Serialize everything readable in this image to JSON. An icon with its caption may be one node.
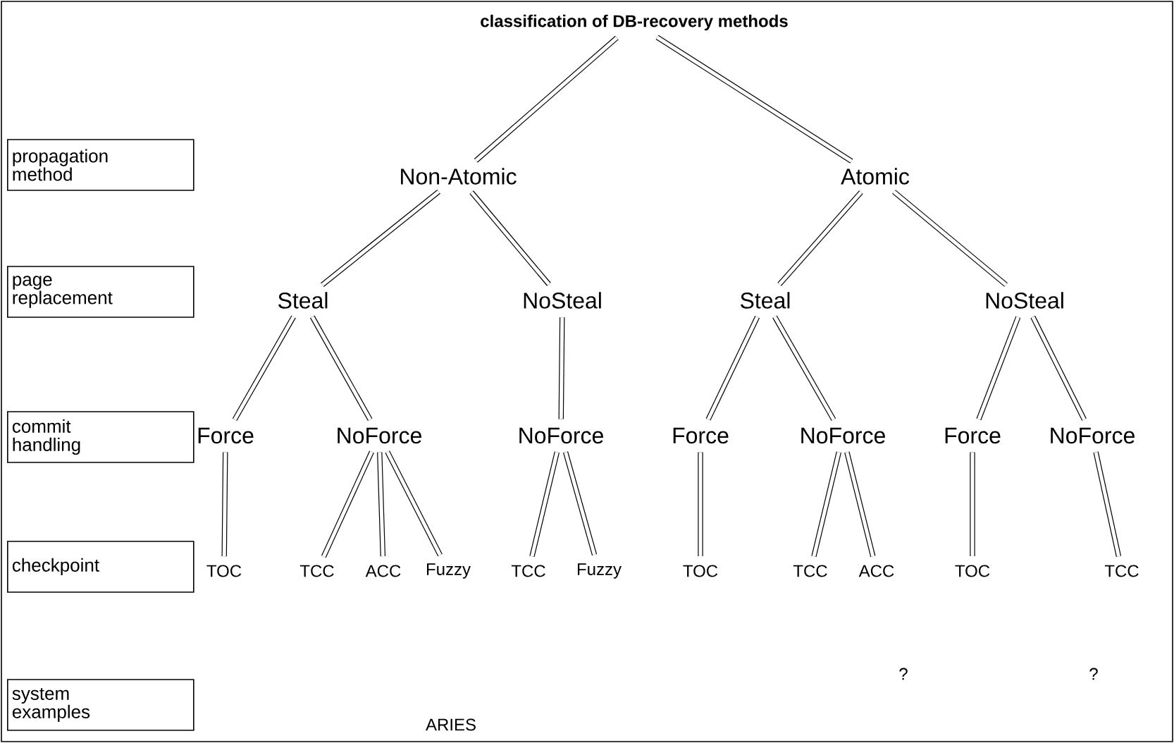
{
  "diagram": {
    "nodes": [
      {
        "text": [
          "classification of DB-recovery methods"
        ]
      },
      {
        "text": [
          "Non-Atomic"
        ]
      },
      {
        "text": [
          "Atomic"
        ]
      },
      {
        "text": [
          "Steal"
        ]
      },
      {
        "text": [
          "NoSteal"
        ]
      },
      {
        "text": [
          "Steal"
        ]
      },
      {
        "text": [
          "NoSteal"
        ]
      },
      {
        "text": [
          "Force"
        ]
      },
      {
        "text": [
          "NoForce"
        ]
      },
      {
        "text": [
          "NoForce"
        ]
      },
      {
        "text": [
          "Force"
        ]
      },
      {
        "text": [
          "NoForce"
        ]
      },
      {
        "text": [
          "Force"
        ]
      },
      {
        "text": [
          "NoForce"
        ]
      },
      {
        "text": [
          "TOC"
        ]
      },
      {
        "text": [
          "TCC"
        ]
      },
      {
        "text": [
          "ACC"
        ]
      },
      {
        "text": [
          "Fuzzy"
        ]
      },
      {
        "text": [
          "TCC"
        ]
      },
      {
        "text": [
          "Fuzzy"
        ]
      },
      {
        "text": [
          "TOC"
        ]
      },
      {
        "text": [
          "TCC"
        ]
      },
      {
        "text": [
          "ACC"
        ]
      },
      {
        "text": [
          "TOC"
        ]
      },
      {
        "text": [
          "TCC"
        ]
      },
      {
        "text": [
          "propagation method"
        ]
      },
      {
        "text": [
          "page replacement"
        ]
      },
      {
        "text": [
          "commit handling"
        ]
      },
      {
        "text": [
          "checkpoint"
        ]
      },
      {
        "text": [
          "system examples"
        ]
      }
    ],
    "edges": [
      {
        "from": 0,
        "to": 1,
        "arrow": "none"
      },
      {
        "from": 0,
        "to": 2,
        "arrow": "none"
      },
      {
        "from": 1,
        "to": 3,
        "arrow": "none"
      },
      {
        "from": 1,
        "to": 4,
        "arrow": "none"
      },
      {
        "from": 2,
        "to": 5,
        "arrow": "none"
      },
      {
        "from": 2,
        "to": 6,
        "arrow": "none"
      },
      {
        "from": 3,
        "to": 7,
        "arrow": "none"
      },
      {
        "from": 3,
        "to": 8,
        "arrow": "none"
      },
      {
        "from": 4,
        "to": 9,
        "arrow": "none"
      },
      {
        "from": 5,
        "to": 10,
        "arrow": "none"
      },
      {
        "from": 5,
        "to": 11,
        "arrow": "none"
      },
      {
        "from": 6,
        "to": 12,
        "arrow": "none"
      },
      {
        "from": 6,
        "to": 13,
        "arrow": "none"
      },
      {
        "from": 7,
        "to": 14,
        "arrow": "none"
      },
      {
        "from": 8,
        "to": 15,
        "arrow": "none"
      },
      {
        "from": 8,
        "to": 16,
        "arrow": "none"
      },
      {
        "from": 8,
        "to": 17,
        "arrow": "none"
      },
      {
        "from": 9,
        "to": 18,
        "arrow": "none"
      },
      {
        "from": 9,
        "to": 19,
        "arrow": "none"
      },
      {
        "from": 10,
        "to": 20,
        "arrow": "none"
      },
      {
        "from": 11,
        "to": 21,
        "arrow": "none"
      },
      {
        "from": 11,
        "to": 22,
        "arrow": "none"
      },
      {
        "from": 12,
        "to": 23,
        "arrow": "none"
      },
      {
        "from": 13,
        "to": 24,
        "arrow": "none"
      }
    ],
    "labels": [
      "ARIES",
      "?",
      "?"
    ]
  }
}
